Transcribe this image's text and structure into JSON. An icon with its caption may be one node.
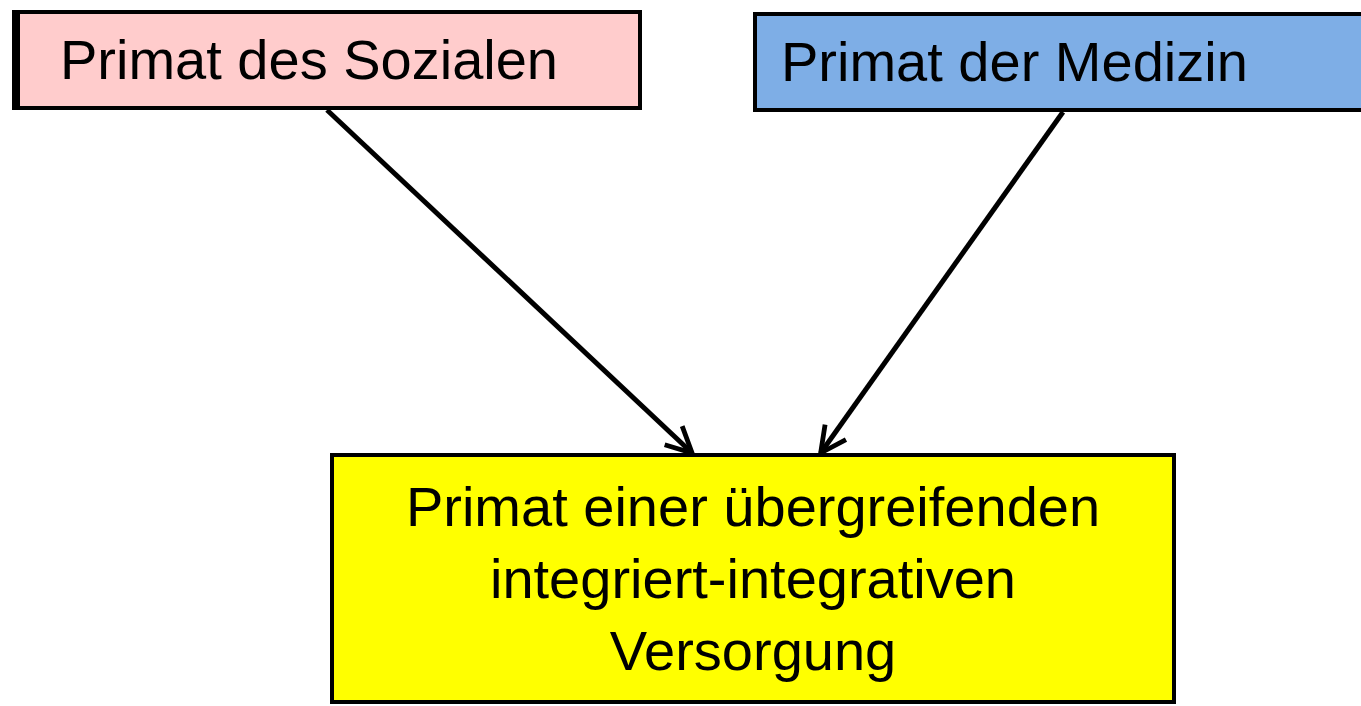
{
  "diagram": {
    "nodes": [
      {
        "text": [
          "Primat des Sozialen"
        ]
      },
      {
        "text": [
          "Primat der Medizin"
        ]
      },
      {
        "text": [
          "Primat einer übergreifenden integriert-integrativen Versorgung"
        ]
      }
    ],
    "edges": [
      {
        "from": 0,
        "to": 2,
        "arrow": "to"
      },
      {
        "from": 1,
        "to": 2,
        "arrow": "to"
      }
    ]
  }
}
